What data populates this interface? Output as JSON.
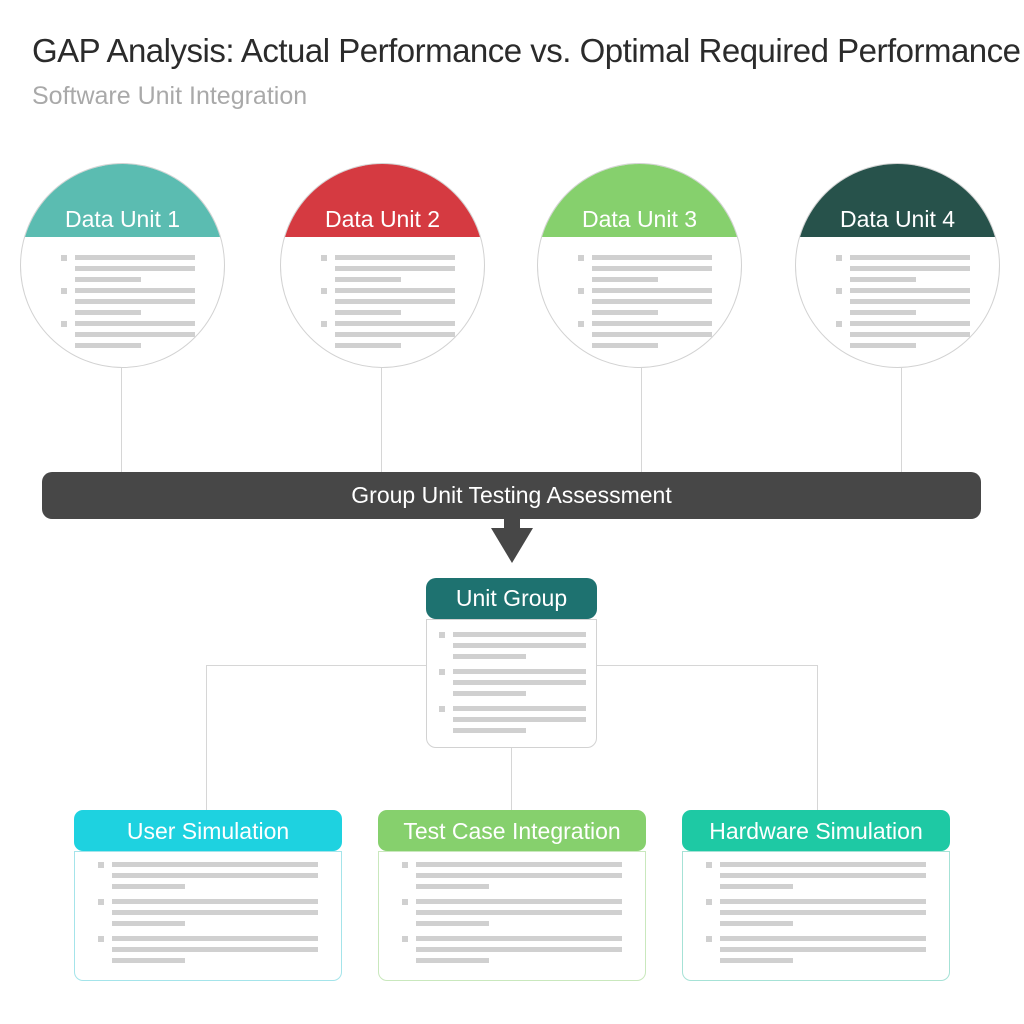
{
  "header": {
    "title": "GAP Analysis: Actual Performance vs. Optimal Required Performance",
    "subtitle": "Software Unit Integration"
  },
  "data_units": [
    {
      "label": "Data Unit 1",
      "color": "#5bbcb1"
    },
    {
      "label": "Data Unit 2",
      "color": "#d53a41"
    },
    {
      "label": "Data Unit 3",
      "color": "#86d06d"
    },
    {
      "label": "Data Unit 4",
      "color": "#27524b"
    }
  ],
  "assessment": {
    "label": "Group Unit Testing Assessment",
    "color": "#474747"
  },
  "unit_group": {
    "label": "Unit Group",
    "color": "#1e7270"
  },
  "outcomes": [
    {
      "label": "User Simulation",
      "color": "#1ed2e0",
      "border": "#a4e4ea"
    },
    {
      "label": "Test Case Integration",
      "color": "#86d06d",
      "border": "#c9e8bd"
    },
    {
      "label": "Hardware Simulation",
      "color": "#1ec9a4",
      "border": "#a6e2d6"
    }
  ]
}
